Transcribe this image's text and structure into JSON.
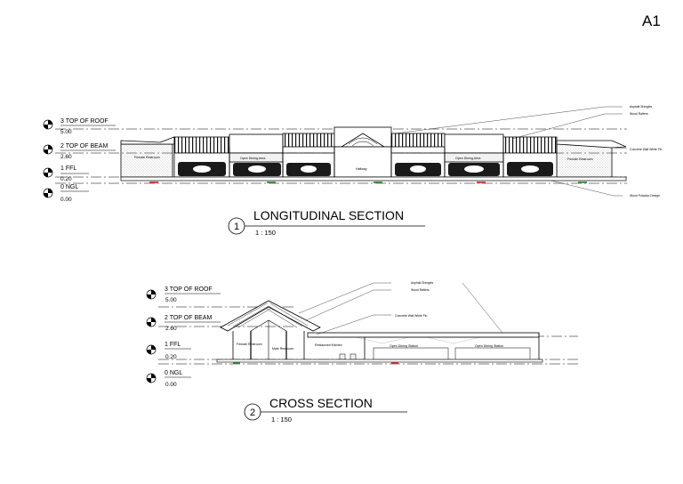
{
  "sheet_number": "A1",
  "longitudinal": {
    "title": "LONGITUDINAL SECTION",
    "view_number": "1",
    "scale": "1 : 150",
    "levels": [
      {
        "name": "3 TOP OF ROOF",
        "elevation": "5.00"
      },
      {
        "name": "2 TOP OF BEAM",
        "elevation": "2.60"
      },
      {
        "name": "1 FFL",
        "elevation": "0.20"
      },
      {
        "name": "0 NGL",
        "elevation": "0.00"
      }
    ],
    "rooms": [
      "Female Restroom",
      "Open Dining Area",
      "Hallway",
      "Open Dining Area",
      "Female Restroom"
    ],
    "notes": [
      "Asphalt Shingles",
      "Wood Rafters",
      "Concrete Wall White Fin",
      "Wood Potadoo Design"
    ]
  },
  "cross": {
    "title": "CROSS SECTION",
    "view_number": "2",
    "scale": "1 : 150",
    "levels": [
      {
        "name": "3 TOP OF ROOF",
        "elevation": "5.00"
      },
      {
        "name": "2 TOP OF BEAM",
        "elevation": "2.60"
      },
      {
        "name": "1 FFL",
        "elevation": "0.20"
      },
      {
        "name": "0 NGL",
        "elevation": "0.00"
      }
    ],
    "rooms": [
      "Female Restroom",
      "Male Restroom",
      "Restaurant Kitchen",
      "Open Dining Station",
      "Open Dining Station"
    ],
    "notes": [
      "Asphalt Shingles",
      "Wood Rafters",
      "Concrete Wall White Fin"
    ]
  },
  "colors": {
    "line": "#000000",
    "fill": "#f2f2f2",
    "ground": "#2e7d32",
    "accent": "#c62828"
  }
}
